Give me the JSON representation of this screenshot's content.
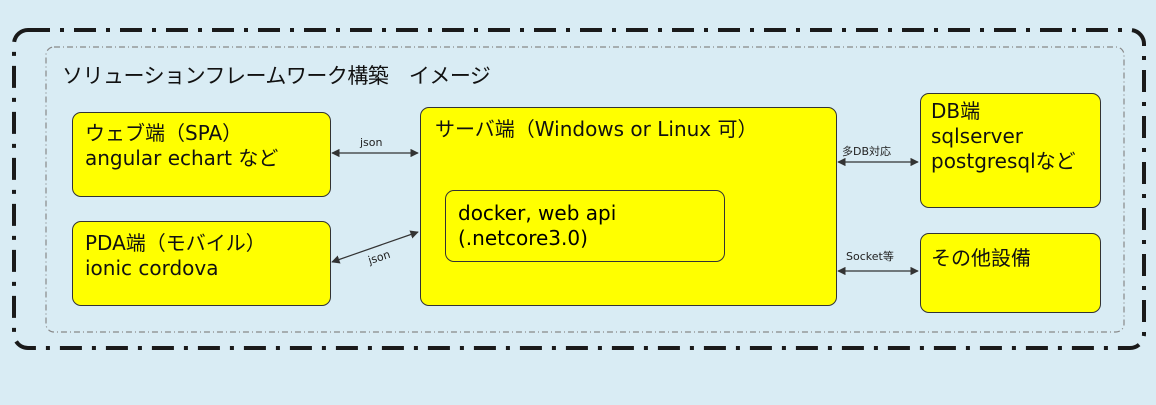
{
  "diagram": {
    "title": "ソリューションフレームワーク構築　イメージ",
    "nodes": {
      "web": {
        "line1": "ウェブ端（SPA）",
        "line2": "angular  echart など"
      },
      "pda": {
        "line1": "PDA端（モバイル）",
        "line2": "ionic cordova"
      },
      "server": {
        "title": "サーバ端（Windows  or  Linux  可）",
        "inner_line1": "docker,  web api",
        "inner_line2": "(.netcore3.0)"
      },
      "db": {
        "line1": "DB端",
        "line2": "sqlserver",
        "line3": "postgresqlなど"
      },
      "other": {
        "line1": "その他設備"
      }
    },
    "edges": {
      "web_server": "json",
      "pda_server": "json",
      "server_db": "多DB対応",
      "server_other": "Socket等"
    },
    "colors": {
      "background": "#d9ecf4",
      "box_fill": "#ffff00",
      "frame": "#1a1a1a",
      "inner_frame": "#888888"
    }
  }
}
